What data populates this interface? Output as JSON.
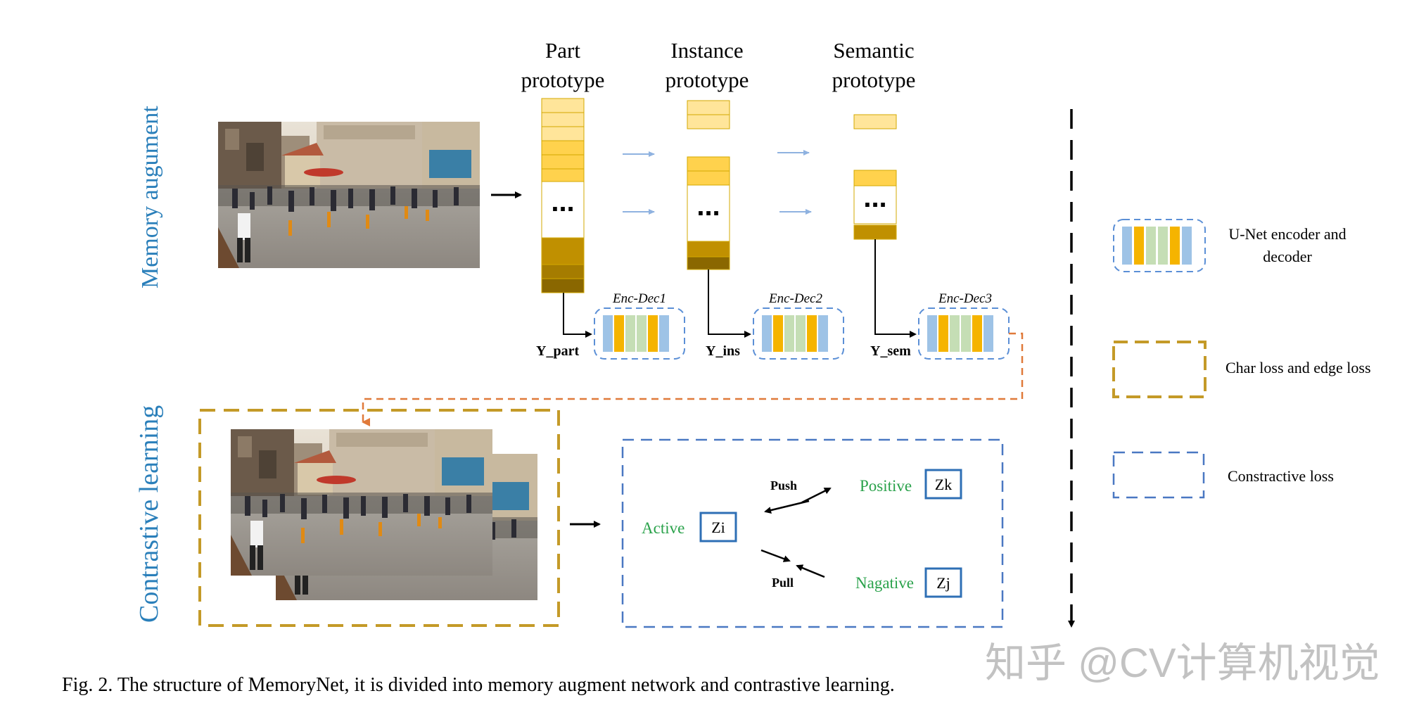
{
  "sections": {
    "memory_augment": "Memory augument",
    "contrastive_learning": "Contrastive learning"
  },
  "prototypes": [
    {
      "line1": "Part",
      "line2": "prototype"
    },
    {
      "line1": "Instance",
      "line2": "prototype"
    },
    {
      "line1": "Semantic",
      "line2": "prototype"
    }
  ],
  "ellipsis": "...",
  "enc_dec": [
    "Enc-Dec1",
    "Enc-Dec2",
    "Enc-Dec3"
  ],
  "outputs": [
    "Y_part",
    "Y_ins",
    "Y_sem"
  ],
  "contrastive": {
    "active": "Active",
    "zi": "Zi",
    "push": "Push",
    "positive": "Positive",
    "zk": "Zk",
    "pull": "Pull",
    "negative": "Nagative",
    "zj": "Zj"
  },
  "legend": [
    {
      "label_line1": "U-Net encoder and",
      "label_line2": "decoder"
    },
    {
      "label_line1": "Char loss  and edge loss"
    },
    {
      "label_line1": "Constractive loss"
    }
  ],
  "caption": "Fig. 2.  The structure of MemoryNet, it is divided into memory augment network and contrastive learning.",
  "watermark": "知乎 @CV计算机视觉",
  "colors": {
    "section_title": "#2a7fba",
    "green_text": "#2aa24b",
    "unet_blue": "#9ec3e6",
    "unet_orange": "#f5b400",
    "unet_green": "#c5deb5",
    "proto_light": "#ffe59a",
    "proto_mid": "#ffd24d",
    "proto_dark": "#c09000",
    "proto_darker": "#a57c00",
    "char_loss": "#c49a28",
    "contrastive_loss": "#4a78c2",
    "orange_dash": "#e07a3a",
    "arrow_blue": "#8fb2e0"
  }
}
